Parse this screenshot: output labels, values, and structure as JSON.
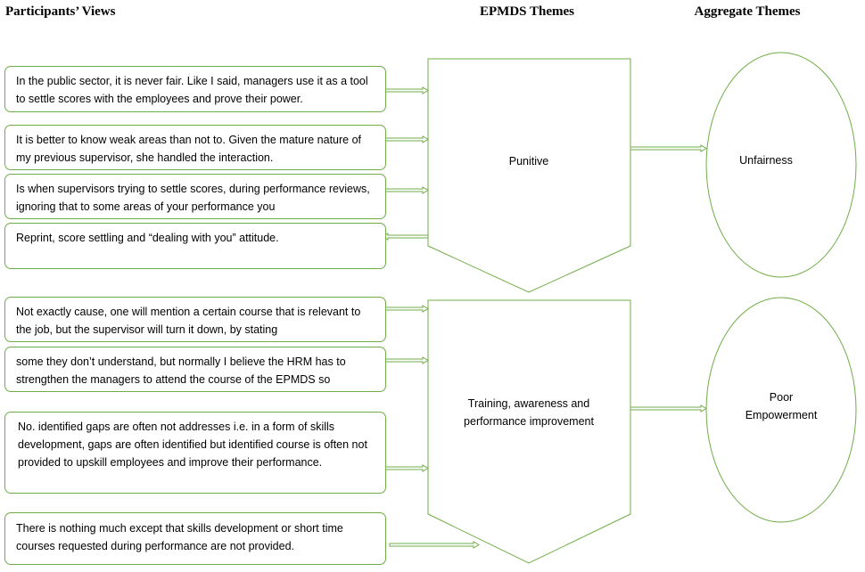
{
  "headers": {
    "participants": "Participants’ Views",
    "epmds": "EPMDS Themes",
    "aggregate": "Aggregate Themes"
  },
  "views": [
    "In the public sector, it is never fair. Like I said, managers use it as a tool to settle scores with the employees and prove their power.",
    "It is better to know weak areas than not to. Given the mature nature of my previous supervisor, she handled the interaction.",
    "Is when supervisors trying to settle scores, during performance reviews, ignoring that to some areas of your performance you",
    "Reprint, score settling and “dealing with you” attitude.",
    "Not exactly cause, one will mention a certain course that is relevant to the job, but the supervisor will turn it down, by stating",
    "some they don’t understand, but normally I believe the HRM has to strengthen the managers to attend the course of the EPMDS so",
    "No. identified gaps are often not addresses i.e. in a form of skills development, gaps are often identified but identified course is often not provided to upskill employees and improve their performance.",
    "There is nothing much except that skills development or short time courses requested during performance are not provided."
  ],
  "epmds_themes": {
    "punitive": "Punitive",
    "training": "Training, awareness and performance improvement"
  },
  "aggregate_themes": {
    "unfairness": "Unfairness",
    "poor_empowerment": "Poor Empowerment"
  },
  "colors": {
    "border": "#70ad47"
  }
}
